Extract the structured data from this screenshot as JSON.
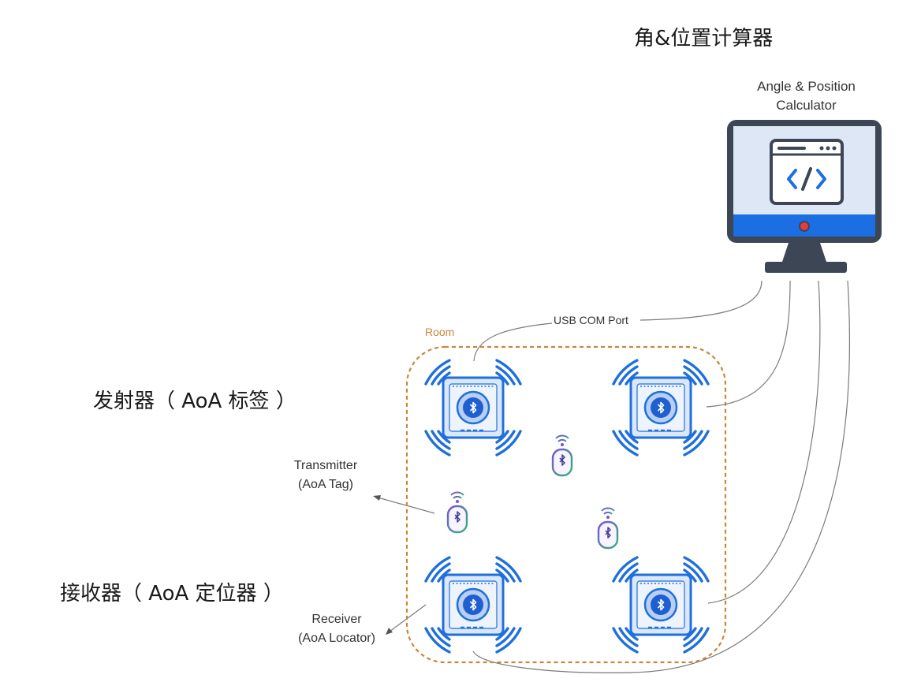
{
  "labels": {
    "calculator_cn": "角&位置计算器",
    "calculator_en_line1": "Angle & Position",
    "calculator_en_line2": "Calculator",
    "transmitter_cn": "发射器（ AoA 标签 ）",
    "receiver_cn": "接收器（ AoA 定位器 ）",
    "transmitter_en_line1": "Transmitter",
    "transmitter_en_line2": "(AoA Tag)",
    "receiver_en_line1": "Receiver",
    "receiver_en_line2": "(AoA Locator)",
    "usb_port": "USB COM Port",
    "room": "Room"
  },
  "colors": {
    "monitor_frame": "#3c4654",
    "screen_bg": "#dde7f5",
    "screen_blue": "#1b6fe3",
    "locator_blue": "#1f6fdc",
    "room_border": "#c9873c",
    "tag_purple": "#7b4fd6",
    "tag_green": "#34b37a"
  }
}
